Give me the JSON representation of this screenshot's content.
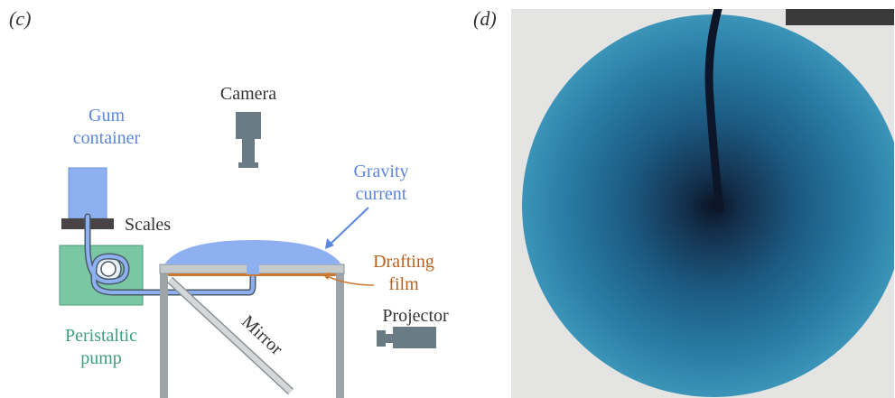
{
  "panel_c": {
    "label": "(c)",
    "camera_label": "Camera",
    "gum_container_label": [
      "Gum",
      "container"
    ],
    "scales_label": "Scales",
    "gravity_current_label": [
      "Gravity",
      "current"
    ],
    "drafting_film_label": [
      "Drafting",
      "film"
    ],
    "projector_label": "Projector",
    "mirror_label": "Mirror",
    "peristaltic_pump_label": [
      "Peristaltic",
      "pump"
    ]
  },
  "panel_d": {
    "label": "(d)"
  },
  "colors": {
    "blue_label": "#5b86e0",
    "gum_fill": "#8fb0f0",
    "current_fill": "#8fb0f0",
    "green_label": "#3e9e7e",
    "pump_fill": "#7ac7a4",
    "orange_label": "#b8611f",
    "film_color": "#cc7a33",
    "gray_equipment": "#6a7b85",
    "dark_scale": "#4a4344",
    "tank_wall": "#9ea5a8",
    "text_dark": "#333333",
    "photo_blue": "#2a7fa6",
    "photo_dark": "#0b1a2e"
  }
}
